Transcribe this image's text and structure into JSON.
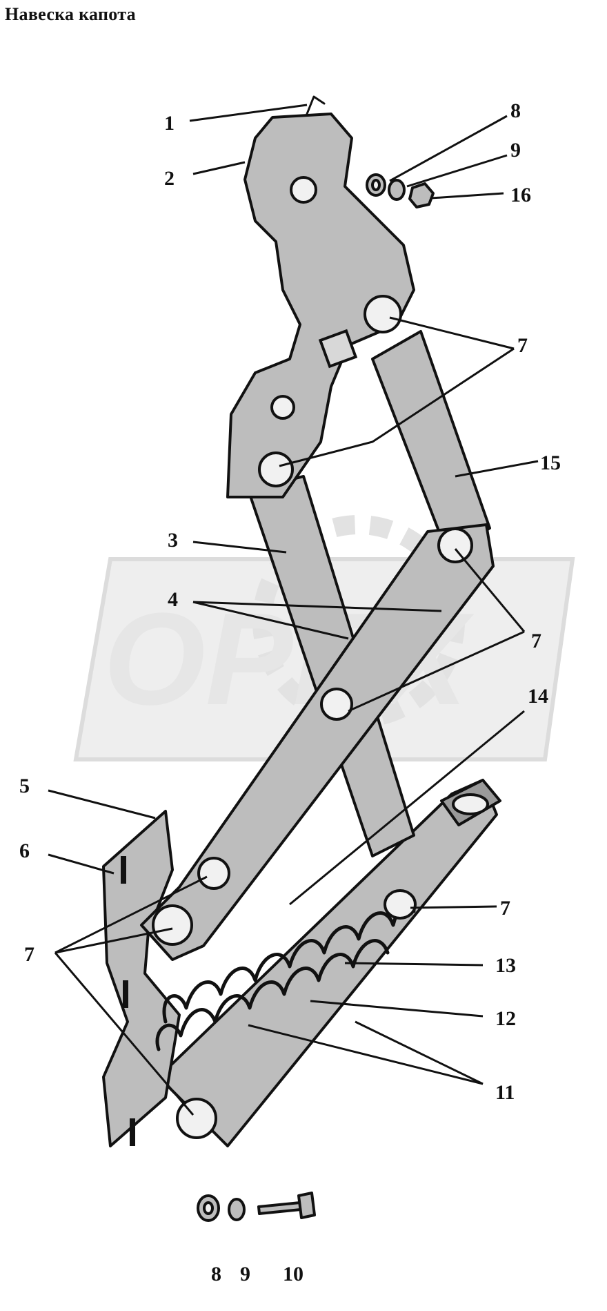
{
  "title": "Навеска капота",
  "watermark": "OPEX",
  "labels": {
    "l1": "1",
    "l2": "2",
    "l3": "3",
    "l4": "4",
    "l5": "5",
    "l6": "6",
    "l7a": "7",
    "l7b": "7",
    "l7c": "7",
    "l7d": "7",
    "l8a": "8",
    "l8b": "8",
    "l9a": "9",
    "l9b": "9",
    "l10": "10",
    "l11": "11",
    "l12": "12",
    "l13": "13",
    "l14": "14",
    "l15": "15",
    "l16": "16"
  },
  "colors": {
    "ink": "#111111",
    "metal": "#bdbdbd",
    "watermark": "#e6e6e6"
  }
}
